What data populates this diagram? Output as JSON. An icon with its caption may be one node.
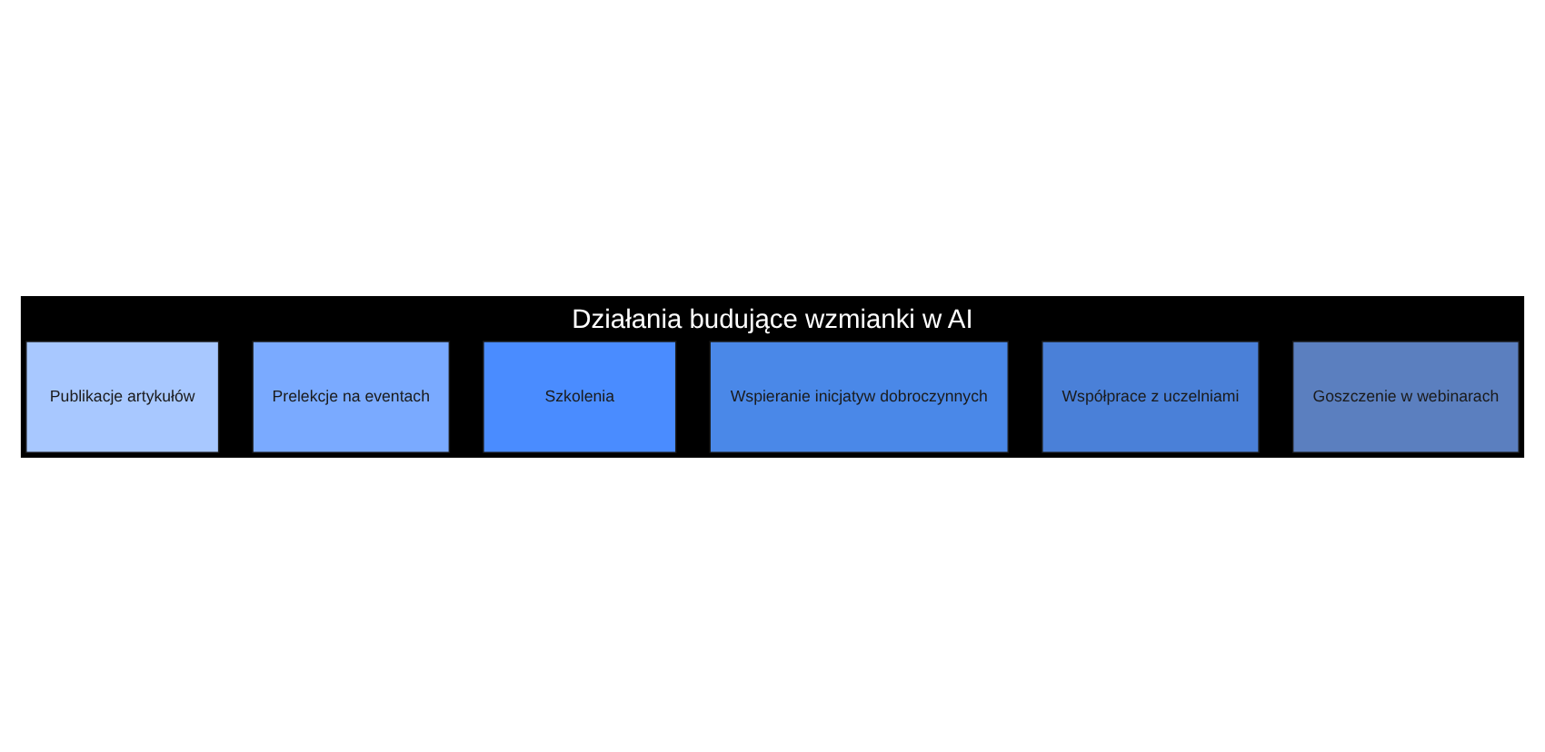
{
  "diagram": {
    "title": "Działania budujące wzmianki w AI",
    "nodes": [
      {
        "text": [
          "Publikacje artykułów"
        ]
      },
      {
        "text": [
          "Prelekcje na eventach"
        ]
      },
      {
        "text": [
          "Szkolenia"
        ]
      },
      {
        "text": [
          "Wspieranie inicjatyw dobroczynnych"
        ]
      },
      {
        "text": [
          "Współprace z uczelniami"
        ]
      },
      {
        "text": [
          "Goszczenie w webinarach"
        ]
      }
    ],
    "edges": []
  }
}
